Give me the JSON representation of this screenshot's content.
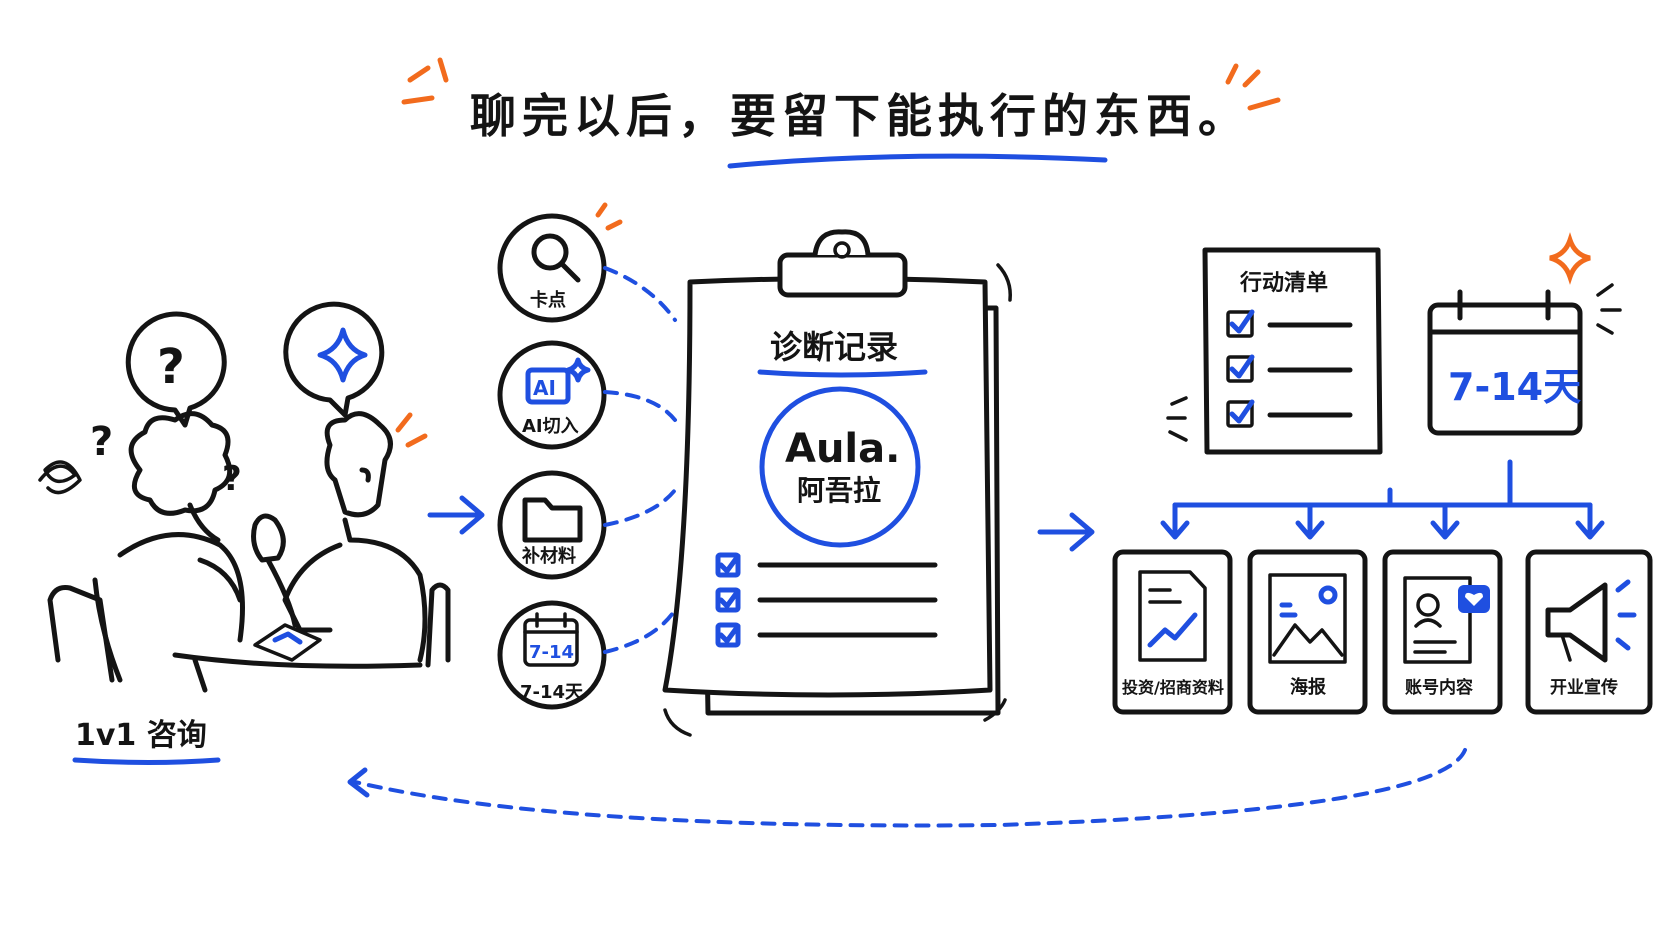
{
  "title": "聊完以后，要留下能执行的东西。",
  "consult": {
    "label": "1v1 咨询",
    "question_mark": "?"
  },
  "inputs": [
    {
      "label": "卡点",
      "icon": "magnifier-icon"
    },
    {
      "label": "AI切入",
      "icon": "ai-chip-icon",
      "badge": "AI"
    },
    {
      "label": "补材料",
      "icon": "folder-icon"
    },
    {
      "label": "7-14天",
      "icon": "calendar-icon",
      "badge": "7-14"
    }
  ],
  "clipboard": {
    "title": "诊断记录",
    "brand_en": "Aula.",
    "brand_cn": "阿吾拉"
  },
  "checklist": {
    "title": "行动清单"
  },
  "calendar": {
    "label": "7-14天"
  },
  "outputs": [
    {
      "label": "投资/招商资料",
      "icon": "growth-document-icon"
    },
    {
      "label": "海报",
      "icon": "poster-icon"
    },
    {
      "label": "账号内容",
      "icon": "profile-card-icon"
    },
    {
      "label": "开业宣传",
      "icon": "megaphone-icon"
    }
  ],
  "colors": {
    "ink": "#141414",
    "accent_blue": "#1f4fe0",
    "accent_orange": "#f26b1d"
  }
}
